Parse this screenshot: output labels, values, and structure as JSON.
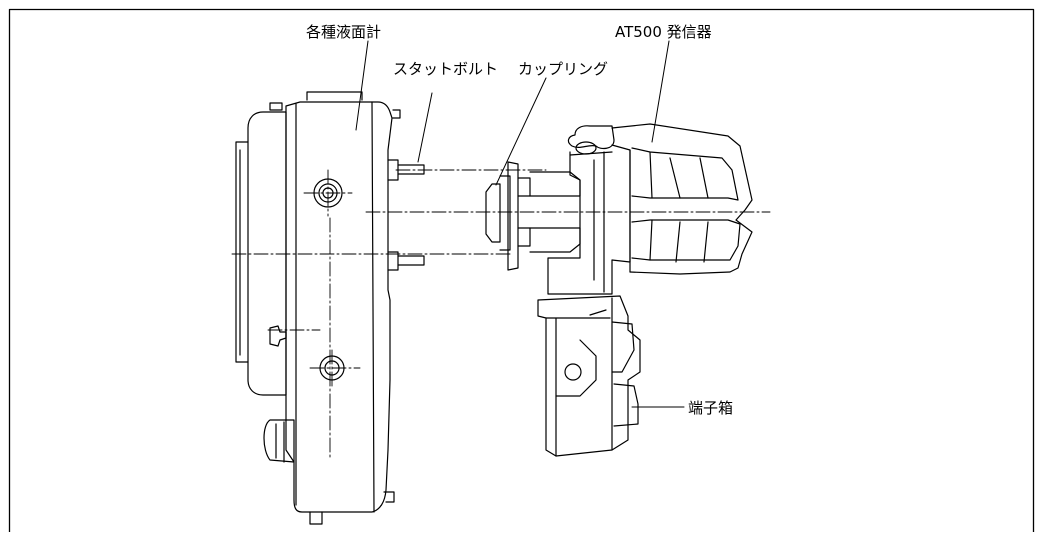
{
  "labels": {
    "gauge": "各種液面計",
    "stud_bolt": "スタットボルト",
    "coupling": "カップリング",
    "transmitter": "AT500 発信器",
    "terminal_box": "端子箱"
  },
  "colors": {
    "line": "#000000",
    "background": "#ffffff"
  }
}
